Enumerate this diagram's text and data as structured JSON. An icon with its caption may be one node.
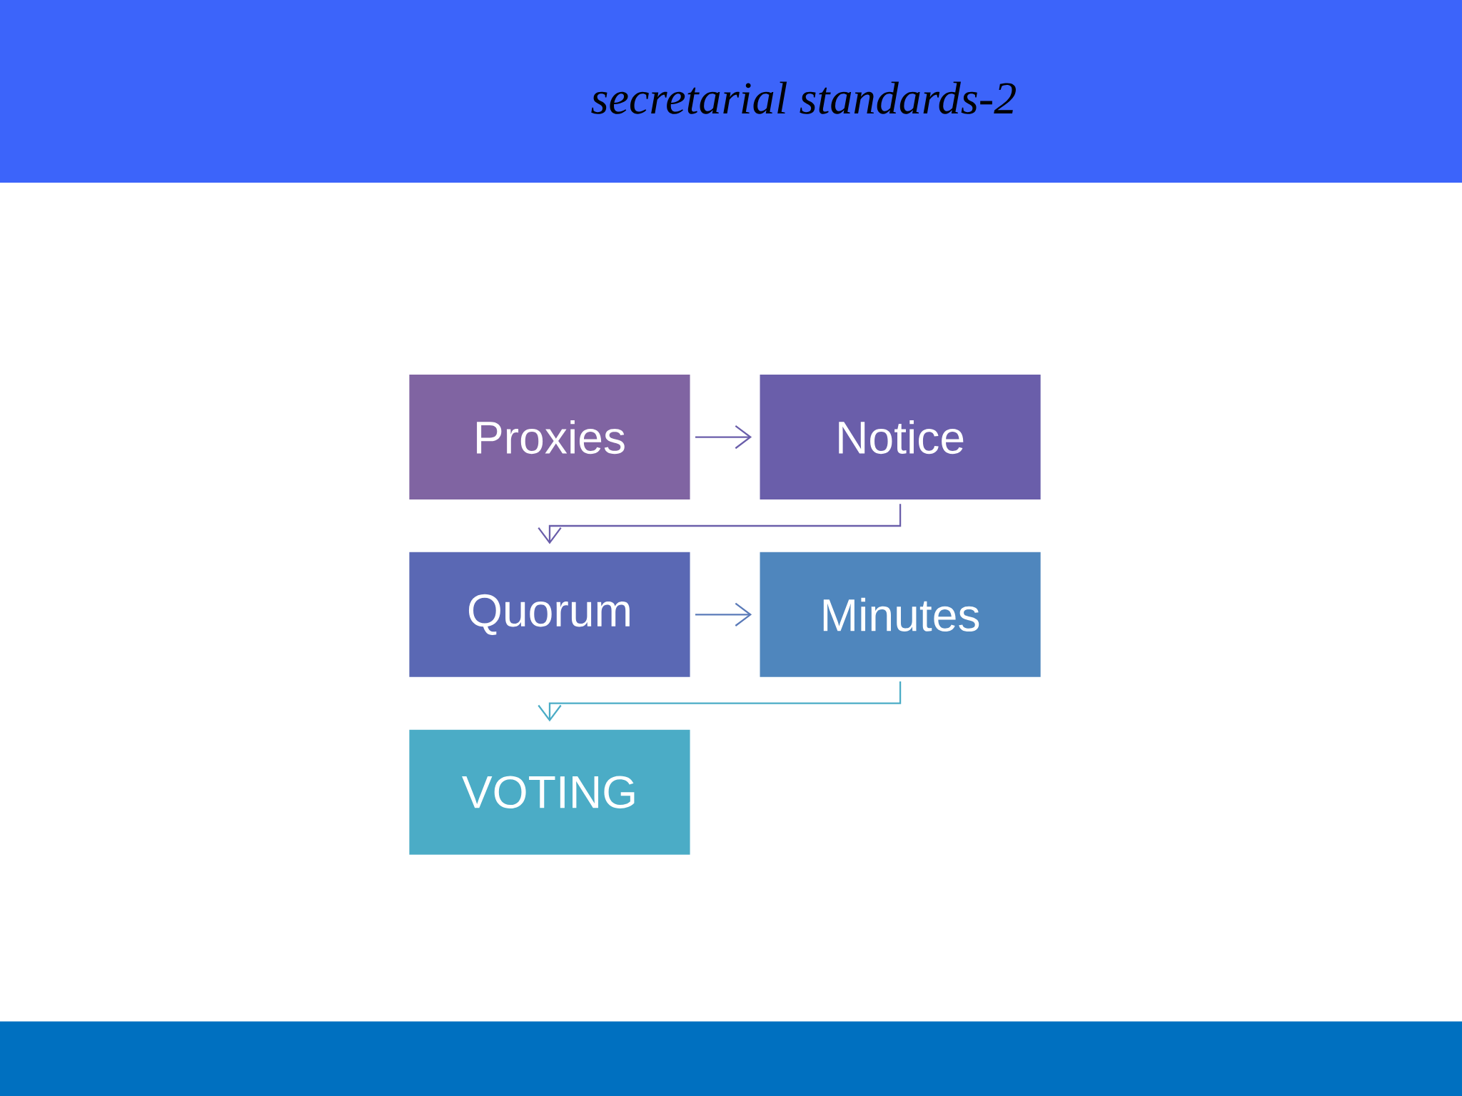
{
  "diagram": {
    "title": "secretarial standards-2",
    "nodes": [
      {
        "text": [
          "Proxies"
        ]
      },
      {
        "text": [
          "Notice"
        ]
      },
      {
        "text": [
          "Quorum"
        ]
      },
      {
        "text": [
          "Minutes"
        ]
      },
      {
        "text": [
          "VOTING"
        ]
      }
    ],
    "edges": [
      {
        "from": 0,
        "to": 1,
        "arrow": "to",
        "color": "#6a5eaa"
      },
      {
        "from": 1,
        "to": 2,
        "arrow": "to",
        "color": "#6a5eaa"
      },
      {
        "from": 2,
        "to": 3,
        "arrow": "to",
        "color": "#5a7ab8"
      },
      {
        "from": 3,
        "to": 4,
        "arrow": "to",
        "color": "#4bacc6"
      }
    ]
  }
}
